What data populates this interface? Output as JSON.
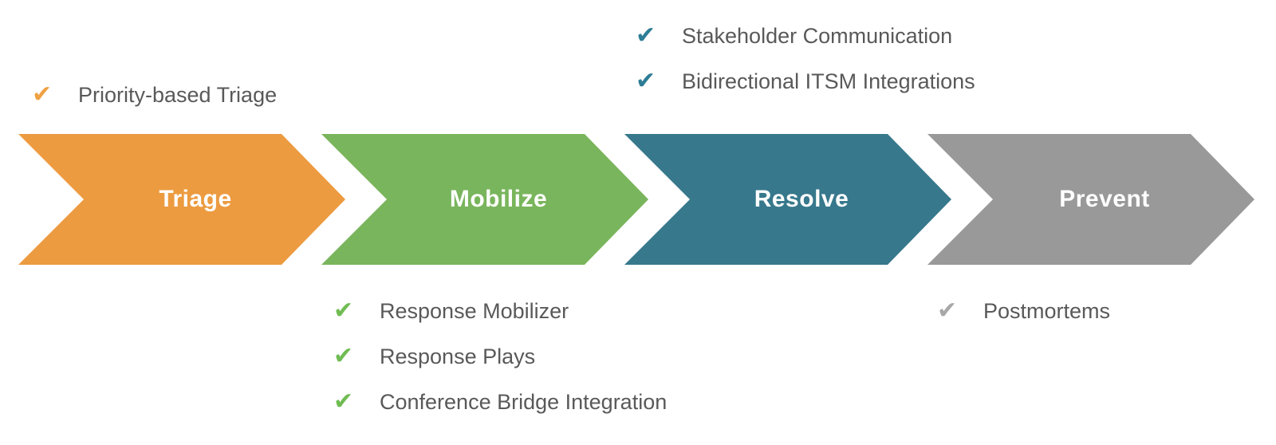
{
  "stages": [
    {
      "label": "Triage",
      "color": "#EC9B40"
    },
    {
      "label": "Mobilize",
      "color": "#79B55C"
    },
    {
      "label": "Resolve",
      "color": "#37788C"
    },
    {
      "label": "Prevent",
      "color": "#999999"
    }
  ],
  "check_glyph": "✔",
  "text_color": "#595959",
  "feature_lists": {
    "triage": {
      "stage": "Triage",
      "placement": "above",
      "check_color": "#F0A142",
      "items": [
        "Priority-based Triage"
      ]
    },
    "resolve": {
      "stage": "Resolve",
      "placement": "above",
      "check_color": "#2E7D96",
      "items": [
        "Stakeholder Communication",
        "Bidirectional ITSM Integrations"
      ]
    },
    "mobilize": {
      "stage": "Mobilize",
      "placement": "below",
      "check_color": "#70BC53",
      "items": [
        "Response Mobilizer",
        "Response Plays",
        "Conference Bridge Integration"
      ]
    },
    "prevent": {
      "stage": "Prevent",
      "placement": "below",
      "check_color": "#A8A8A8",
      "items": [
        "Postmortems"
      ]
    }
  }
}
